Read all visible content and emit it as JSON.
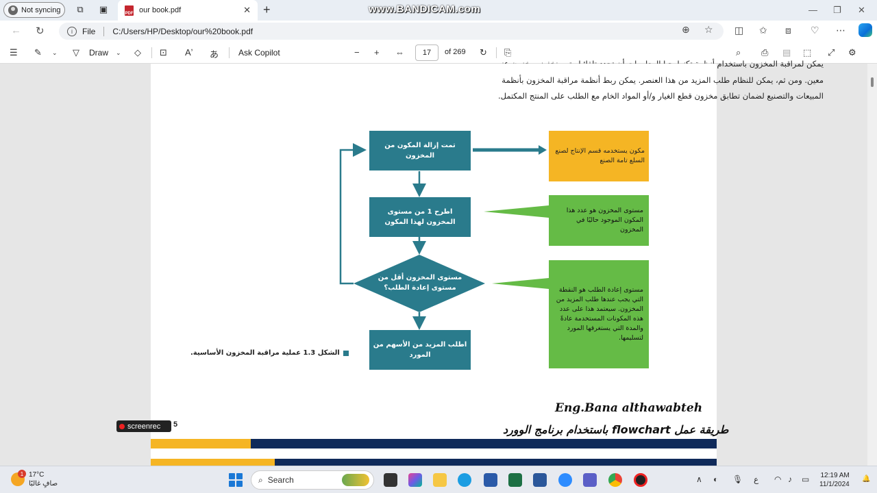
{
  "browser": {
    "sync_label": "Not syncing",
    "tab_title": "our book.pdf",
    "tab_pdf_badge": "PDF",
    "watermark": "www.BANDICAM.com",
    "url_scheme_label": "File",
    "url": "C:/Users/HP/Desktop/our%20book.pdf"
  },
  "pdf_toolbar": {
    "draw_label": "Draw",
    "copilot_label": "Ask Copilot",
    "current_page": "17",
    "total_pages": "of 269"
  },
  "document": {
    "paragraph_lines": [
      "يمكن لمراقبة المخزون باستخدام أنظمة تكنولوجيا المعلومات أن تحدد تلقائيا متى ينخفض مخزون عنصر",
      "معين. ومن ثم، يمكن للنظام طلب المزيد من هذا العنصر. يمكن ربط أنظمة مراقبة المخزون بأنظمة",
      "المبيعات والتصنيع لضمان تطابق مخزون قطع الغيار و/أو المواد الخام مع الطلب على المنتج المكتمل."
    ],
    "flowchart": {
      "step1": "تمت إزالة المكون من المخزون",
      "step2": "اطرح 1 من مستوى المخزون لهذا المكون",
      "decision": "مستوى المخزون أقل من مستوى إعادة الطلب؟",
      "step3": "اطلب المزيد من الأسهم من المورد",
      "note_orange": "مكون يستخدمه قسم الإنتاج لصنع السلع تامة الصنع",
      "note_green1": "مستوى المخزون هو عدد هذا المكون الموجود حاليًا في المخزون",
      "note_green2": "مستوى إعادة الطلب هو النقطة التي يجب عندها طلب المزيد من المخزون. سيعتمد هذا على عدد هذه المكونات المستخدمة عادةً والمدة التي يستغرقها المورد لتسليمها.",
      "colors": {
        "teal": "#2a7b8c",
        "orange": "#f5b524",
        "green": "#65bb46"
      }
    },
    "caption": "الشكل 1.3 عملية مراقبة المخزون الأساسية.",
    "page_number": "5"
  },
  "overlay": {
    "author": "Eng.Bana althawabteh",
    "title": "طريقة عمل flowchart باستخدام برنامج الوورد",
    "recorder": "screenrec"
  },
  "taskbar": {
    "temperature": "17°C",
    "weather_desc": "صافٍ غالبًا",
    "weather_badge": "1",
    "search_label": "Search",
    "lang": "ع",
    "time": "12:19 AM",
    "date": "11/1/2024"
  }
}
